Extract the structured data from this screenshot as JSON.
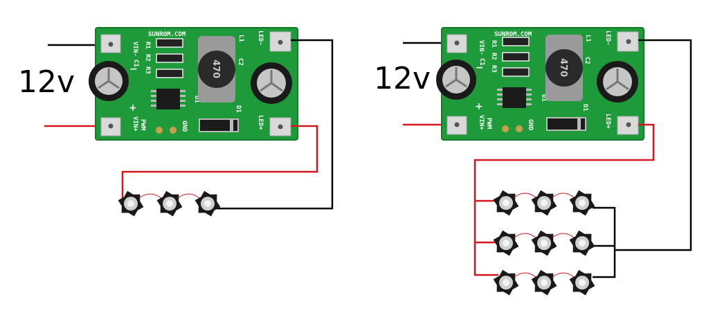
{
  "left_circuit": {
    "voltage_label": "12v",
    "board": {
      "vendor_silk": "SUNROM.COM",
      "silk_vin_minus": "VIN-",
      "silk_vin_plus": "VIN+",
      "silk_led_minus": "LED-",
      "silk_led_plus": "LED+",
      "silk_pwm": "PWM",
      "silk_gnd": "GND",
      "silk_c1": "C1",
      "silk_c2": "C2",
      "silk_l1": "L1",
      "silk_u1": "U1",
      "silk_d1": "D1",
      "silk_r1": "R1",
      "silk_r2": "R2",
      "silk_r3": "R3",
      "inductor_value": "470"
    },
    "led_count": 3
  },
  "right_circuit": {
    "voltage_label": "12v",
    "board": {
      "vendor_silk": "SUNROM.COM",
      "silk_vin_minus": "VIN-",
      "silk_vin_plus": "VIN+",
      "silk_led_minus": "LED-",
      "silk_led_plus": "LED+",
      "silk_pwm": "PWM",
      "silk_gnd": "GND",
      "silk_c1": "C1",
      "silk_c2": "C2",
      "silk_l1": "L1",
      "silk_u1": "U1",
      "silk_d1": "D1",
      "silk_r1": "R1",
      "silk_r2": "R2",
      "silk_r3": "R3",
      "inductor_value": "470"
    },
    "led_count": 9
  },
  "colors": {
    "pcb": "#1f9a3a",
    "pcb_dark": "#157a2b",
    "positive_wire": "#d4161f",
    "negative_wire": "#000000",
    "pad": "#d9d9d9",
    "led_body": "#1a1a1a"
  }
}
